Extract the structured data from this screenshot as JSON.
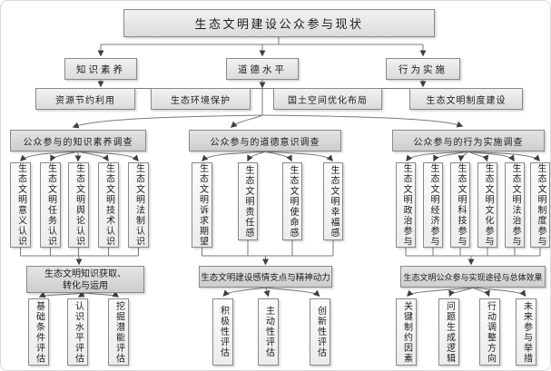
{
  "colors": {
    "box_border": "#8a8a8a",
    "line": "#7a7a7a",
    "arrow": "#3f3f3f",
    "box_fill": "#e0e0e0"
  },
  "root": {
    "label": "生态文明建设公众参与现状"
  },
  "level2": {
    "knowledge": "知识素养",
    "moral": "道德水平",
    "behavior": "行为实施"
  },
  "level3": {
    "resource": "资源节约利用",
    "environment": "生态环境保护",
    "land": "国土空间优化布局",
    "institution": "生态文明制度建设"
  },
  "groups": [
    {
      "survey": "公众参与的知识素养调查",
      "items": [
        "生态文明意义认识",
        "生态文明任务认识",
        "生态文明舆论认识",
        "生态文明技术认识",
        "生态文明法制认识"
      ],
      "summary": "生态文明知识获取、转化与运用",
      "assessments": [
        "基础条件评估",
        "认识水平评估",
        "挖掘潜能评估"
      ]
    },
    {
      "survey": "公众参与的道德意识调查",
      "items": [
        "生态文明诉求期望",
        "生态文明责任感",
        "生态文明使命感",
        "生态文明幸福感"
      ],
      "summary": "生态文明建设感情支点与精神动力",
      "assessments": [
        "积极性评估",
        "主动性评估",
        "创新性评估"
      ]
    },
    {
      "survey": "公众参与的行为实施调查",
      "items": [
        "生态文明政治参与",
        "生态文明经济参与",
        "生态文明科技参与",
        "生态文明文化参与",
        "生态文明法治参与",
        "生态文明制度参与"
      ],
      "summary": "生态文明公众参与实现途径与总体效果",
      "assessments": [
        "关键制约因素",
        "问题生成逻辑",
        "行动调整方向",
        "未来参与举措"
      ]
    }
  ]
}
